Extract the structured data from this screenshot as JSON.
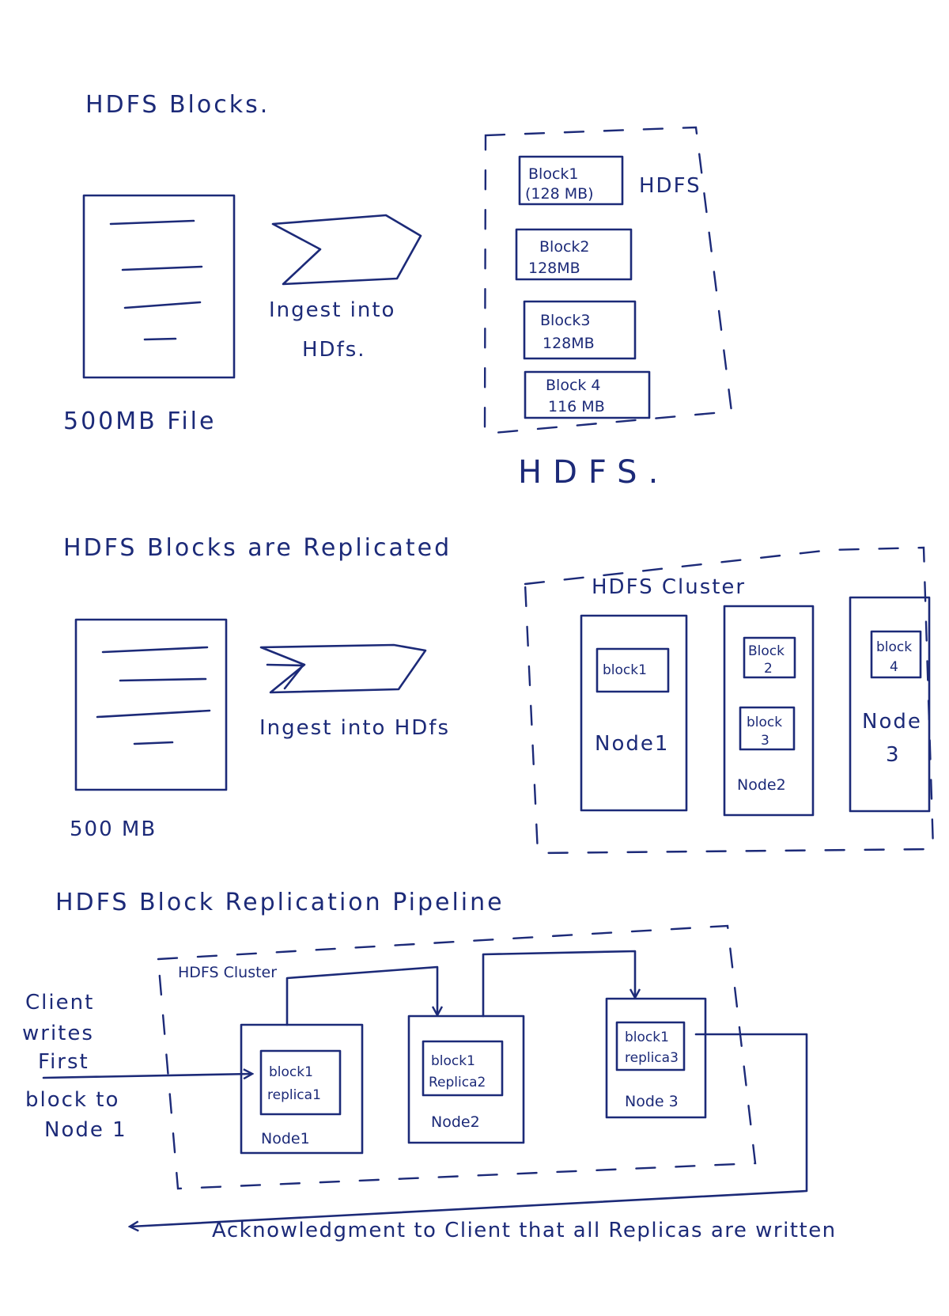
{
  "section1": {
    "title": "HDFS Blocks.",
    "file_label": "500MB File",
    "arrow_label_line1": "Ingest into",
    "arrow_label_line2": "HDfs.",
    "hdfs_side_label": "HDFS",
    "hdfs_bottom_label": "HDFS.",
    "blocks": [
      {
        "line1": "Block1",
        "line2": "(128 MB)"
      },
      {
        "line1": "Block2",
        "line2": "128MB"
      },
      {
        "line1": "Block3",
        "line2": "128MB"
      },
      {
        "line1": "Block 4",
        "line2": "116 MB"
      }
    ]
  },
  "section2": {
    "title": "HDFS Blocks are Replicated",
    "file_label": "500 MB",
    "arrow_label": "Ingest into HDfs",
    "cluster_label": "HDFS Cluster",
    "nodes": [
      {
        "name": "Node1",
        "blocks": [
          "block1"
        ]
      },
      {
        "name_line1": "Node2",
        "blocks": [
          "Block 2",
          "block 3"
        ]
      },
      {
        "name_line1": "Node",
        "name_line2": "3",
        "blocks": [
          "block 4"
        ]
      }
    ],
    "block_2_line1": "Block",
    "block_2_line2": "2",
    "block_3_line1": "block",
    "block_3_line2": "3",
    "block_4_line1": "block",
    "block_4_line2": "4"
  },
  "section3": {
    "title": "HDFS Block Replication Pipeline",
    "cluster_label": "HDFS Cluster",
    "client_note": [
      "Client",
      "writes",
      "First",
      "block to",
      "Node 1"
    ],
    "nodes": [
      {
        "name": "Node1",
        "replica_line1": "block1",
        "replica_line2": "replica1"
      },
      {
        "name": "Node2",
        "replica_line1": "block1",
        "replica_line2": "Replica2"
      },
      {
        "name": "Node 3",
        "replica_line1": "block1",
        "replica_line2": "replica3"
      }
    ],
    "ack_label": "Acknowledgment to Client that all Replicas are written"
  },
  "colors": {
    "ink": "#1c2a78",
    "paper": "#ffffff"
  }
}
